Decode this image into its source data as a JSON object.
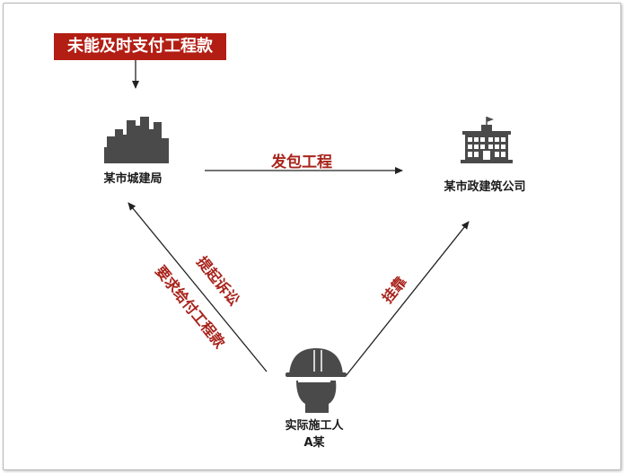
{
  "banner": {
    "text": "未能及时支付工程款",
    "bg": "#b31e14"
  },
  "nodes": {
    "bureau": {
      "label": "某市城建局",
      "icon": "city-skyline-icon"
    },
    "company": {
      "label": "某市政建筑公司",
      "icon": "government-building-icon"
    },
    "worker": {
      "label_line1": "实际施工人",
      "label_line2": "A某",
      "icon": "hardhat-worker-icon"
    }
  },
  "edges": {
    "contract": {
      "label": "发包工程"
    },
    "lawsuit": {
      "label_line1": "提起诉讼",
      "label_line2": "要求给付工程款"
    },
    "affiliation": {
      "label": "挂靠"
    }
  },
  "colors": {
    "accent": "#a8231b",
    "icon": "#4a4a4a",
    "arrow": "#222222"
  }
}
